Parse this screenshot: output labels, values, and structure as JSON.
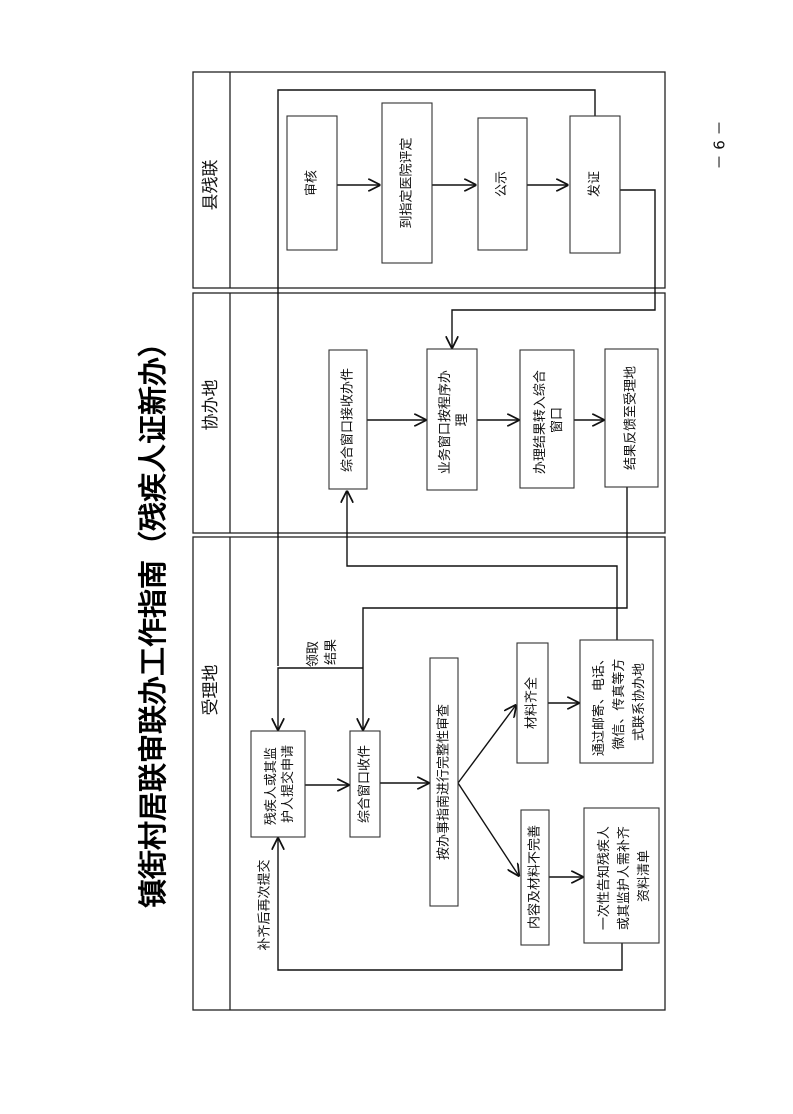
{
  "title": "镇街村居联审联办工作指南（残疾人证新办）",
  "page_number": "－ 6 －",
  "sections": {
    "county": {
      "label": "县残联",
      "boxes": [
        "审核",
        "到指定医院评定",
        "公示",
        "发证"
      ]
    },
    "assist": {
      "label": "协办地",
      "boxes": [
        [
          "综合窗口接收办件"
        ],
        [
          "业务窗口按程序办",
          "理"
        ],
        [
          "办理结果转入综合",
          "窗口"
        ],
        [
          "结果反馈至受理地"
        ]
      ]
    },
    "accept": {
      "label": "受理地",
      "apply": [
        "残疾人或其监",
        "护人提交申请"
      ],
      "receive": "综合窗口收件",
      "review": "按办事指南进行完整性审查",
      "complete": "材料齐全",
      "contact": [
        "通过邮寄、电话、",
        "微信、传真等方",
        "式联系协办地"
      ],
      "incomplete": "内容及材料不完善",
      "notify": [
        "一次性告知残疾人",
        "或其监护人需补齐",
        "资料清单"
      ],
      "resubmit_label": "补齐后再次提交",
      "collect_label": [
        "领取",
        "结果"
      ]
    }
  }
}
